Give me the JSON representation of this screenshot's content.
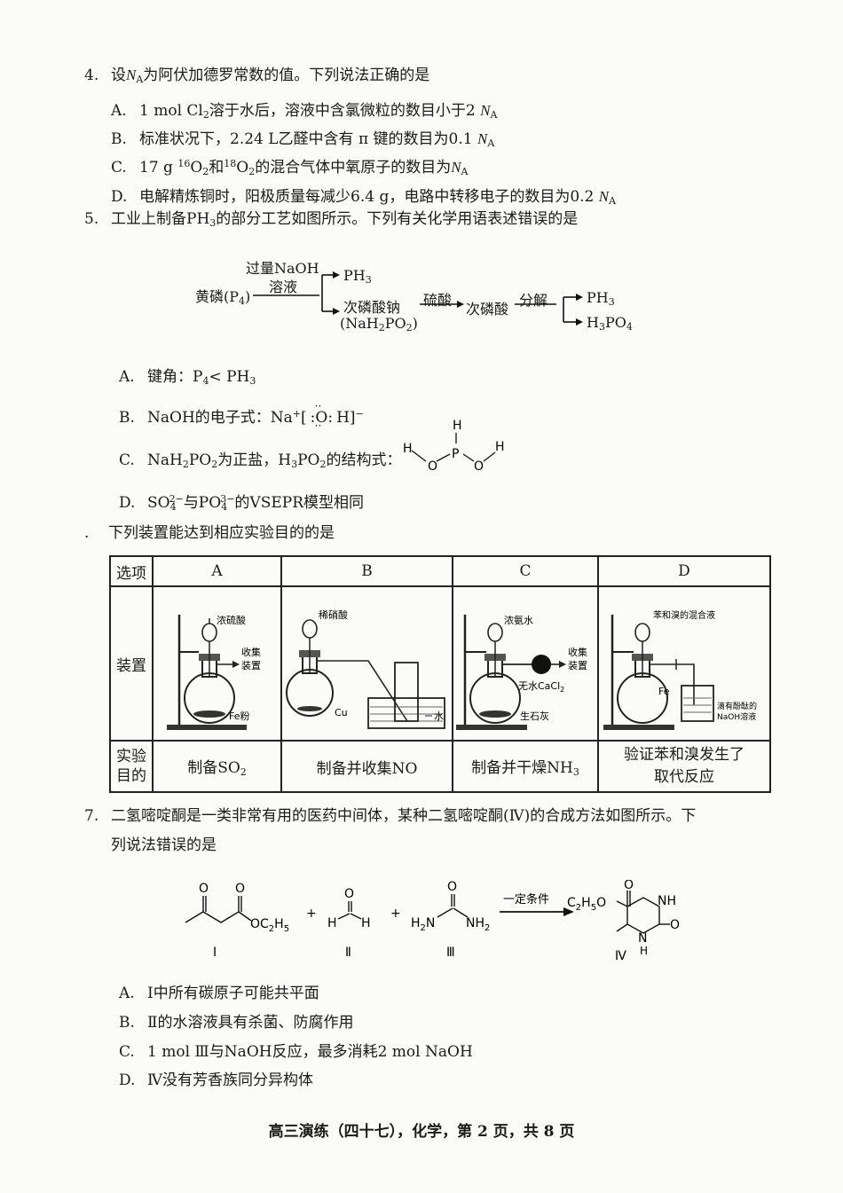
{
  "q4": {
    "num": "4.",
    "stem_a": "设",
    "stem_var": "N",
    "stem_sub": "A",
    "stem_b": "为阿伏加德罗常数的值。下列说法正确的是",
    "A": {
      "label": "A.",
      "t1": "1 mol Cl",
      "s1": "2",
      "t2": "溶于水后，溶液中含氯微粒的数目小于2 ",
      "v": "N",
      "vs": "A"
    },
    "B": {
      "label": "B.",
      "t1": "标准状况下，2.24 L乙醛中含有 π 键的数目为0.1 ",
      "v": "N",
      "vs": "A"
    },
    "C": {
      "label": "C.",
      "t1": "17 g ",
      "sup1": "16",
      "t2": "O",
      "s2": "2",
      "t3": "和",
      "sup2": "18",
      "t4": "O",
      "s4": "2",
      "t5": "的混合气体中氧原子的数目为",
      "v": "N",
      "vs": "A"
    },
    "D": {
      "label": "D.",
      "t1": "电解精炼铜时，阳极质量每减少6.4 g，电路中转移电子的数目为0.2 ",
      "v": "N",
      "vs": "A"
    }
  },
  "q5": {
    "num": "5.",
    "stem_a": "工业上制备PH",
    "stem_sub": "3",
    "stem_b": "的部分工艺如图所示。下列有关化学用语表述错误的是",
    "flow": {
      "start": "黄磷(P",
      "start_sub": "4",
      "start_end": ")",
      "reagent1": "过量NaOH",
      "reagent1b": "溶液",
      "ph3_top": "PH",
      "ph3_top_sub": "3",
      "salt": "次磷酸钠",
      "salt_formula": "(NaH",
      "salt_formula_s1": "2",
      "salt_formula_m": "PO",
      "salt_formula_s2": "2",
      "salt_formula_e": ")",
      "reagent2": "硫酸",
      "acid": "次磷酸",
      "reagent3": "分解",
      "prod1": "PH",
      "prod1_sub": "3",
      "prod2": "H",
      "prod2_s1": "3",
      "prod2_m": "PO",
      "prod2_s2": "4"
    },
    "A": {
      "label": "A.",
      "t1": "键角：P",
      "s1": "4",
      "t2": "< PH",
      "s2": "3"
    },
    "B": {
      "label": "B.",
      "t1": "NaOH的电子式：Na",
      "sup": "+",
      "t2": "[",
      "o": "O",
      "t3": "H]",
      "sup2": "−"
    },
    "C": {
      "label": "C.",
      "t1": "NaH",
      "s1": "2",
      "t2": "PO",
      "s2": "2",
      "t3": "为正盐，H",
      "s3": "3",
      "t4": "PO",
      "s4": "2",
      "t5": "的结构式：",
      "H": "H",
      "O": "O",
      "P": "P"
    },
    "D": {
      "label": "D.",
      "t1": "SO",
      "s1": "4",
      "sup1": "2−",
      "t2": "与PO",
      "s2": "4",
      "sup2": "3−",
      "t3": "的VSEPR模型相同"
    }
  },
  "q6": {
    "num": ".",
    "stem": "下列装置能达到相应实验目的的是",
    "table": {
      "h0": "选项",
      "hA": "A",
      "hB": "B",
      "hC": "C",
      "hD": "D",
      "row1": "装置",
      "row2a": "实验",
      "row2b": "目的",
      "A": {
        "lbl1": "浓硫酸",
        "lbl2": "收集",
        "lbl3": "装置",
        "lbl4": "Fe粉",
        "purpose_a": "制备SO",
        "purpose_s": "2"
      },
      "B": {
        "lbl1": "稀硝酸",
        "lbl2": "Cu",
        "lbl3": "水",
        "purpose": "制备并收集NO"
      },
      "C": {
        "lbl1": "浓氨水",
        "lbl2": "收集",
        "lbl3": "装置",
        "lbl4": "无水CaCl",
        "lbl4s": "2",
        "lbl5": "生石灰",
        "purpose_a": "制备并干燥NH",
        "purpose_s": "3"
      },
      "D": {
        "lbl1": "苯和溴的混合液",
        "lbl2": "Fe",
        "lbl3": "滴有酚酞的",
        "lbl4": "NaOH溶液",
        "purpose1": "验证苯和溴发生了",
        "purpose2": "取代反应"
      }
    }
  },
  "q7": {
    "num": "7.",
    "stem1": "二氢嘧啶酮是一类非常有用的医药中间体，某种二氢嘧啶酮(Ⅳ)的合成方法如图所示。下",
    "stem2": "列说法错误的是",
    "rxn": {
      "I_O1": "O",
      "I_O2": "O",
      "I_tail": "OC",
      "I_tail_s": "2",
      "I_tail_e": "H",
      "I_tail_s2": "5",
      "plus": "+",
      "II_O": "O",
      "II_H1": "H",
      "II_H2": "H",
      "III_O": "O",
      "III_L": "H",
      "III_Ls": "2",
      "III_LN": "N",
      "III_R": "NH",
      "III_Rs": "2",
      "cond": "一定条件",
      "IV_ester": "C",
      "IV_ester_s": "2",
      "IV_ester_m": "H",
      "IV_ester_s2": "5",
      "IV_ester_e": "O",
      "IV_O": "O",
      "IV_NH": "NH",
      "IV_N": "N",
      "IV_H": "H",
      "IV_O2": "O",
      "labI": "I",
      "labII": "Ⅱ",
      "labIII": "Ⅲ",
      "labIV": "Ⅳ"
    },
    "A": {
      "label": "A.",
      "t": "Ⅰ中所有碳原子可能共平面"
    },
    "B": {
      "label": "B.",
      "t": "Ⅱ的水溶液具有杀菌、防腐作用"
    },
    "C": {
      "label": "C.",
      "t": "1 mol Ⅲ与NaOH反应，最多消耗2 mol NaOH"
    },
    "D": {
      "label": "D.",
      "t": "Ⅳ没有芳香族同分异构体"
    }
  },
  "footer": "高三演练（四十七），化学，第 2 页，共 8 页"
}
